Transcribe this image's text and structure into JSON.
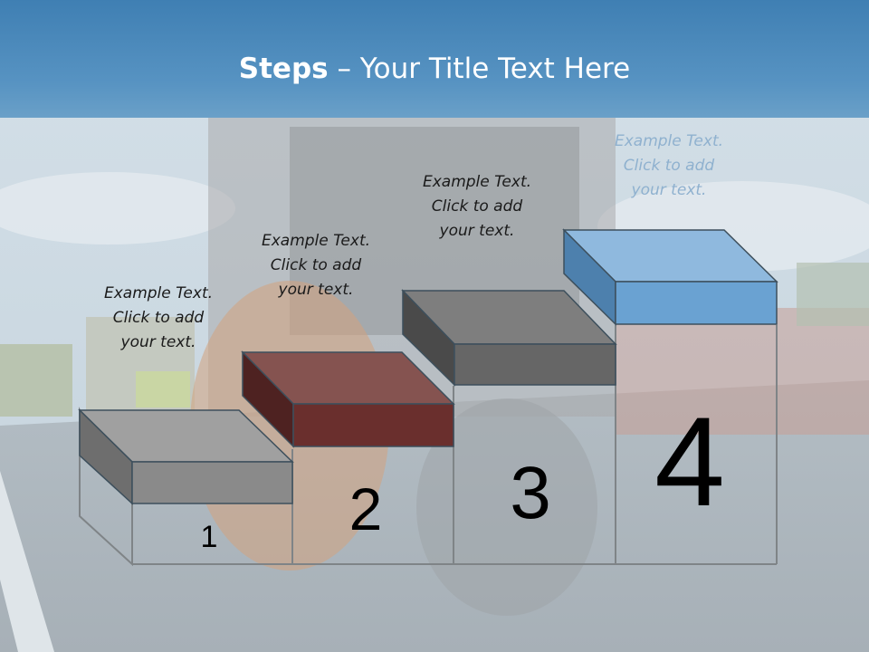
{
  "title": {
    "bold": "Steps",
    "rest": " – Your Title Text Here"
  },
  "steps": [
    {
      "number": "1",
      "text_line1": "Example Text.",
      "text_line2": "Click  to add",
      "text_line3": "your text.",
      "top_color": "#a0a0a0",
      "front_color": "#8a8a8a",
      "side_color": "#6e6e6e"
    },
    {
      "number": "2",
      "text_line1": "Example Text.",
      "text_line2": "Click  to add",
      "text_line3": "your text.",
      "top_color": "#855350",
      "front_color": "#6a2f2d",
      "side_color": "#4e2221"
    },
    {
      "number": "3",
      "text_line1": "Example Text.",
      "text_line2": "Click  to add",
      "text_line3": "your text.",
      "top_color": "#7e7e7e",
      "front_color": "#666666",
      "side_color": "#4a4a4a"
    },
    {
      "number": "4",
      "text_line1": "Example Text.",
      "text_line2": "Click  to add",
      "text_line3": "your text.",
      "top_color": "#8fb9de",
      "front_color": "#6aa2d2",
      "side_color": "#4d80ad"
    }
  ]
}
